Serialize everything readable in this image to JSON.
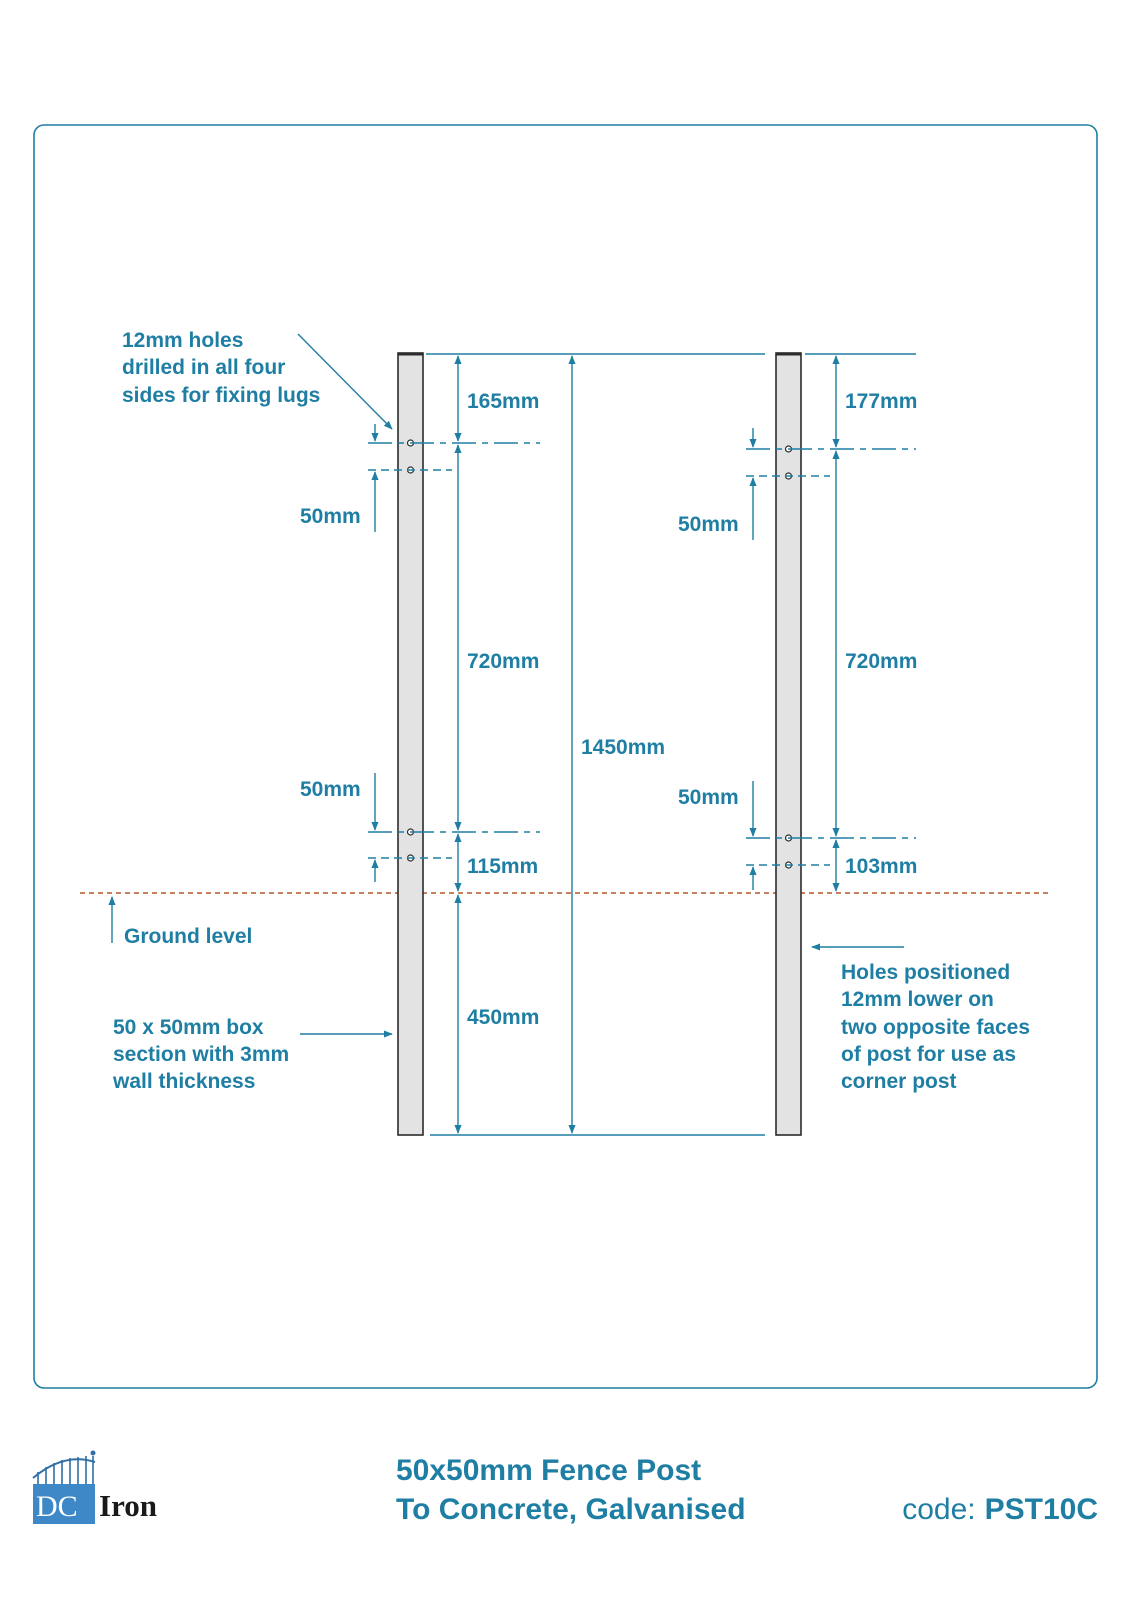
{
  "annotations": {
    "holes_note": [
      "12mm holes",
      "drilled in all four",
      "sides for fixing lugs"
    ],
    "ground_level": "Ground level",
    "box_section": [
      "50 x 50mm box",
      "section with 3mm",
      "wall thickness"
    ],
    "corner_note": [
      "Holes positioned",
      "12mm lower on",
      "two opposite faces",
      "of post for use as",
      "corner post"
    ]
  },
  "left_post": {
    "top_to_hole": "165mm",
    "hole_spacing_top": "50mm",
    "between_holes": "720mm",
    "hole_spacing_bottom": "50mm",
    "hole_to_ground": "115mm",
    "below_ground": "450mm"
  },
  "overall_height": "1450mm",
  "right_post": {
    "top_to_hole": "177mm",
    "hole_spacing_top": "50mm",
    "between_holes": "720mm",
    "hole_spacing_bottom": "50mm",
    "hole_to_ground": "103mm"
  },
  "footer": {
    "logo_dc": "DC",
    "logo_iron": "Iron",
    "title_line1": "50x50mm Fence Post",
    "title_line2": "To Concrete, Galvanised",
    "code_label": "code:",
    "code_value": "PST10C"
  },
  "colors": {
    "accent": "#1f7ea3",
    "ground_line": "#b5562a",
    "post_fill": "#e3e3e3"
  }
}
